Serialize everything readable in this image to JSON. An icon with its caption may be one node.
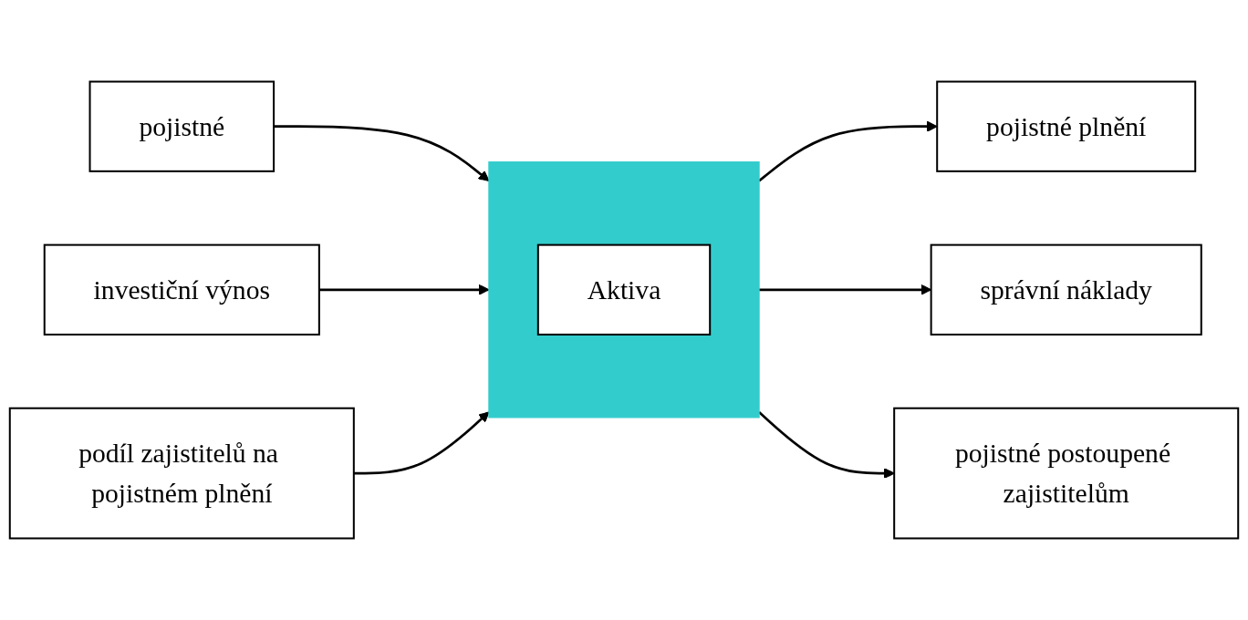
{
  "diagram": {
    "nodes": [
      {
        "text": [
          "pojistné"
        ]
      },
      {
        "text": [
          "investiční výnos"
        ]
      },
      {
        "text": [
          "podíl zajistitelů na pojistném plnění"
        ]
      },
      {
        "text": [],
        "shape": "bar"
      },
      {
        "text": [
          "Aktiva"
        ],
        "in": 3
      },
      {
        "text": [
          "pojistné plnění"
        ]
      },
      {
        "text": [
          "správní náklady"
        ]
      },
      {
        "text": [
          "pojistné postoupené zajistitelům"
        ]
      }
    ],
    "edges": [
      {
        "from": 0,
        "to": 3,
        "arrow": "to"
      },
      {
        "from": 1,
        "to": 3,
        "arrow": "to"
      },
      {
        "from": 2,
        "to": 3,
        "arrow": "to"
      },
      {
        "from": 3,
        "to": 5,
        "arrow": "to"
      },
      {
        "from": 3,
        "to": 6,
        "arrow": "to"
      },
      {
        "from": 3,
        "to": 7,
        "arrow": "to"
      }
    ]
  }
}
